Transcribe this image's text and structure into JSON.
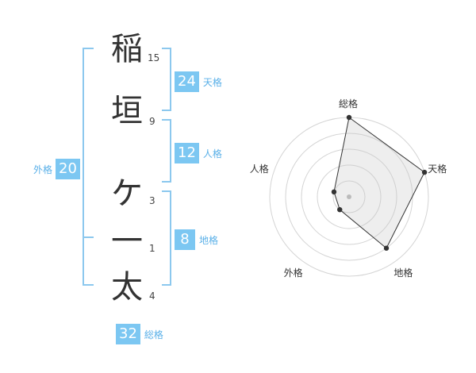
{
  "name": {
    "chars": [
      {
        "char": "稲",
        "strokes": "15"
      },
      {
        "char": "垣",
        "strokes": "9"
      },
      {
        "char": "ケ",
        "strokes": "3"
      },
      {
        "char": "一",
        "strokes": "1"
      },
      {
        "char": "太",
        "strokes": "4"
      }
    ]
  },
  "scores": {
    "tenkaku": {
      "value": "24",
      "label": "天格"
    },
    "jinkaku": {
      "value": "12",
      "label": "人格"
    },
    "chikaku": {
      "value": "8",
      "label": "地格"
    },
    "gaikaku": {
      "value": "20",
      "label": "外格"
    },
    "soukaku": {
      "value": "32",
      "label": "総格"
    }
  },
  "accent_color": "#7cc7f2",
  "chart_data": {
    "type": "radar",
    "axes": [
      "総格",
      "天格",
      "地格",
      "外格",
      "人格"
    ],
    "values": [
      5,
      5,
      4,
      1,
      1
    ],
    "rmax": 5,
    "rings": 5
  }
}
